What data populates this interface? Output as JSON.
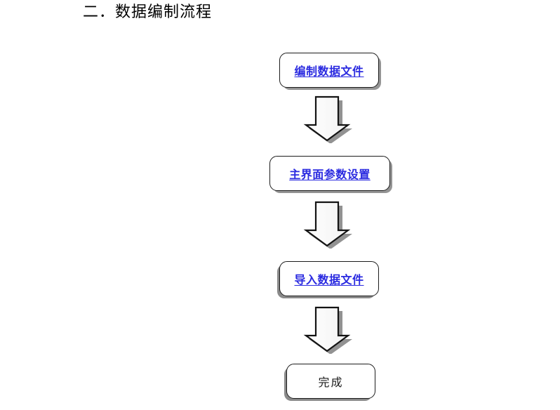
{
  "document": {
    "heading": "二．数据编制流程"
  },
  "flowchart": {
    "type": "diagram",
    "orientation": "vertical",
    "link_color": "#2a2ae0",
    "text_color": "#1a1a1a",
    "outline_color": "#1c1c1c",
    "shadow_color": "#3c3c3c",
    "nodes": [
      {
        "id": "node-1",
        "label": "编制数据文件",
        "style": "link",
        "shadow": "right"
      },
      {
        "id": "node-2",
        "label": "主界面参数设置",
        "style": "link",
        "shadow": "right"
      },
      {
        "id": "node-3",
        "label": "导入数据文件",
        "style": "link",
        "shadow": "left"
      },
      {
        "id": "node-4",
        "label": "完成",
        "style": "plain",
        "shadow": "left"
      }
    ],
    "connectors": [
      {
        "id": "arrow-1",
        "from": "node-1",
        "to": "node-2",
        "shape": "block-arrow-down"
      },
      {
        "id": "arrow-2",
        "from": "node-2",
        "to": "node-3",
        "shape": "block-arrow-down"
      },
      {
        "id": "arrow-3",
        "from": "node-3",
        "to": "node-4",
        "shape": "block-arrow-down"
      }
    ]
  }
}
